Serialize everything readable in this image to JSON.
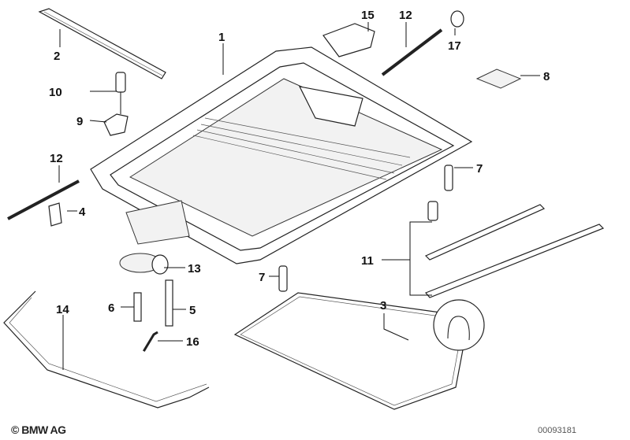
{
  "diagram": {
    "callouts": [
      "1",
      "2",
      "3",
      "4",
      "5",
      "6",
      "7",
      "7",
      "8",
      "9",
      "10",
      "11",
      "12",
      "12",
      "13",
      "14",
      "15",
      "16",
      "17"
    ]
  },
  "footer": {
    "copyright": "© BMW AG",
    "document_number": "00093181"
  }
}
